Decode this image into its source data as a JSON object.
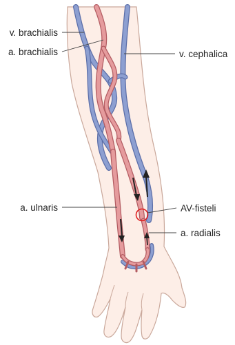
{
  "labels": {
    "v_brachialis": "v. brachialis",
    "a_brachialis": "a. brachialis",
    "v_cephalica": "v. cephalica",
    "a_ulnaris": "a. ulnaris",
    "av_fisteli": "AV-fisteli",
    "a_radialis": "a. radialis"
  },
  "colors": {
    "skin": "#fdeee7",
    "skin_outline": "#c9a79a",
    "artery_fill": "#e59b9d",
    "artery_outline": "#b35c62",
    "vein_fill": "#8d9fd1",
    "vein_outline": "#5b6ea8",
    "arrow": "#222222",
    "fistula_ring": "#e02020",
    "leader_line": "#444444"
  }
}
